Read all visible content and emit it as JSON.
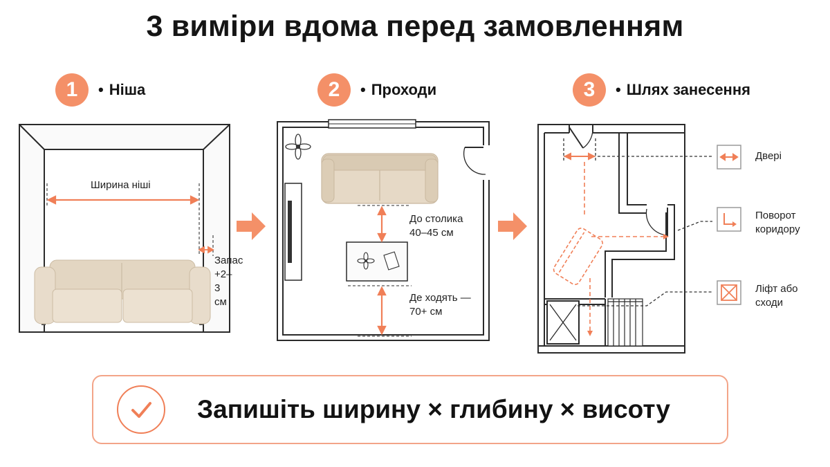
{
  "title": "3 виміри вдома перед замовленням",
  "steps": [
    {
      "number": "1",
      "label": "Ніша"
    },
    {
      "number": "2",
      "label": "Проходи"
    },
    {
      "number": "3",
      "label": "Шлях занесення"
    }
  ],
  "panel1": {
    "width_label": "Ширина ніші",
    "margin_label_line1": "Запас",
    "margin_label_line2": "+2–3 см"
  },
  "panel2": {
    "table_label_line1": "До столика",
    "table_label_line2": "40–45 см",
    "walk_label_line1": "Де ходять —",
    "walk_label_line2": "70+ см"
  },
  "panel3": {
    "legend": [
      {
        "line1": "Двері",
        "line2": "",
        "icon": "door-arrow-icon"
      },
      {
        "line1": "Поворот",
        "line2": "коридору",
        "icon": "corner-turn-icon"
      },
      {
        "line1": "Ліфт або",
        "line2": "сходи",
        "icon": "elevator-cross-icon"
      }
    ]
  },
  "bottom": {
    "text": "Запишіть ширину × глибину × висоту",
    "icon": "checkmark-icon"
  },
  "colors": {
    "accent": "#f49068",
    "accent_dark": "#f07f57",
    "sofa": "#e6d9c6",
    "text": "#151515"
  }
}
